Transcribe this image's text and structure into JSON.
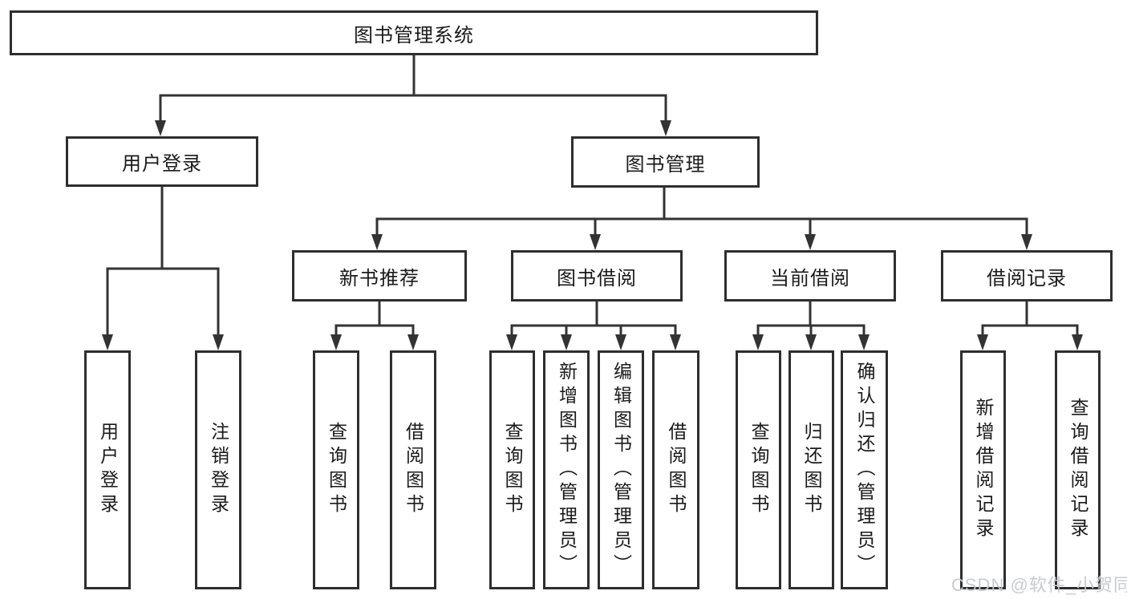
{
  "nodes": {
    "root": "图书管理系统",
    "user_login": "用户登录",
    "book_mgmt": "图书管理",
    "new_book_rec": "新书推荐",
    "book_borrow": "图书借阅",
    "current_borrow": "当前借阅",
    "borrow_records": "借阅记录",
    "leaf_user_login": "用户登录",
    "leaf_logout": "注销登录",
    "leaf_query_book_rec": "查询图书",
    "leaf_borrow_book_rec": "借阅图书",
    "leaf_query_book_borrow": "查询图书",
    "leaf_add_book": "新增图书（管理员）",
    "leaf_edit_book": "编辑图书（管理员）",
    "leaf_borrow_book_borrow": "借阅图书",
    "leaf_query_book_current": "查询图书",
    "leaf_return_book": "归还图书",
    "leaf_confirm_return": "确认归还（管理员）",
    "leaf_add_borrow_record": "新增借阅记录",
    "leaf_query_borrow_record": "查询借阅记录"
  },
  "hierarchy": {
    "root": "图书管理系统",
    "children": [
      {
        "label": "用户登录",
        "children": [
          "用户登录",
          "注销登录"
        ]
      },
      {
        "label": "图书管理",
        "children": [
          {
            "label": "新书推荐",
            "children": [
              "查询图书",
              "借阅图书"
            ]
          },
          {
            "label": "图书借阅",
            "children": [
              "查询图书",
              "新增图书（管理员）",
              "编辑图书（管理员）",
              "借阅图书"
            ]
          },
          {
            "label": "当前借阅",
            "children": [
              "查询图书",
              "归还图书",
              "确认归还（管理员）"
            ]
          },
          {
            "label": "借阅记录",
            "children": [
              "新增借阅记录",
              "查询借阅记录"
            ]
          }
        ]
      }
    ]
  },
  "watermark": "CSDN @软件_小贺同学",
  "colors": {
    "line": "#333333",
    "box_border": "#2e2e2e",
    "text": "#1a1a1a",
    "background": "#ffffff",
    "watermark": "#c5c8cb"
  }
}
